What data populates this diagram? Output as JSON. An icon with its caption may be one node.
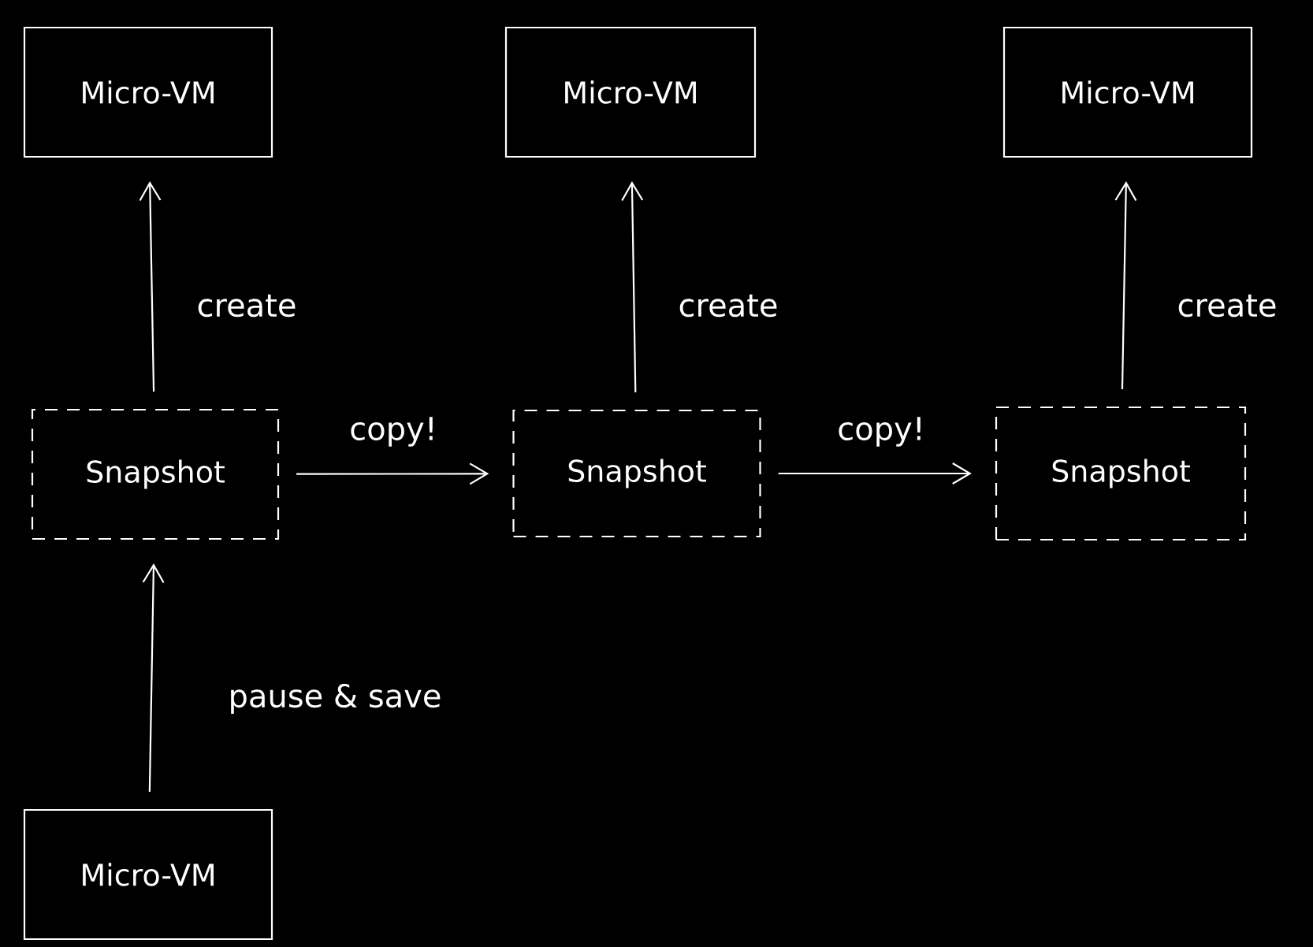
{
  "diagram": {
    "nodes": [
      {
        "text": [
          "Micro-VM"
        ]
      },
      {
        "text": [
          "Micro-VM"
        ]
      },
      {
        "text": [
          "Micro-VM"
        ]
      },
      {
        "text": [
          "Snapshot"
        ]
      },
      {
        "text": [
          "Snapshot"
        ]
      },
      {
        "text": [
          "Snapshot"
        ]
      },
      {
        "text": [
          "Micro-VM"
        ]
      }
    ],
    "edges": [
      {
        "from": 3,
        "to": 0,
        "arrow": "to",
        "label": "create"
      },
      {
        "from": 4,
        "to": 1,
        "arrow": "to",
        "label": "create"
      },
      {
        "from": 5,
        "to": 2,
        "arrow": "to",
        "label": "create"
      },
      {
        "from": 6,
        "to": 3,
        "arrow": "to",
        "label": "pause & save"
      },
      {
        "from": 3,
        "to": 4,
        "arrow": "to",
        "label": "copy!"
      },
      {
        "from": 4,
        "to": 5,
        "arrow": "to",
        "label": "copy!"
      }
    ]
  }
}
